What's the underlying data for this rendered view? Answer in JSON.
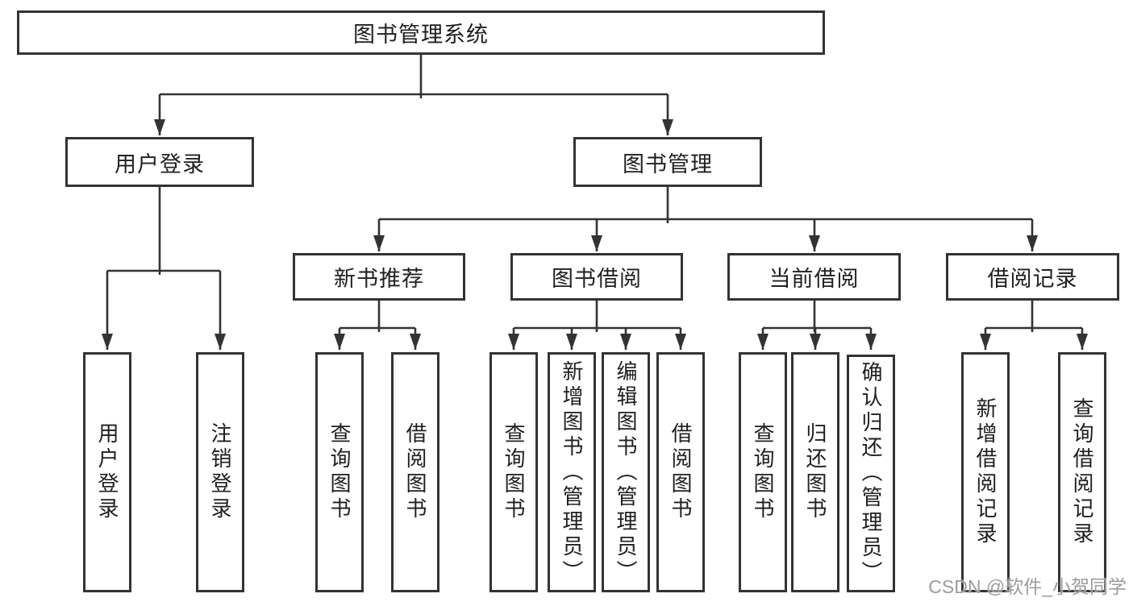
{
  "nodes": {
    "root": "图书管理系统",
    "user_login_group": "用户登录",
    "book_management": "图书管理",
    "new_book_recommend": "新书推荐",
    "book_borrowing": "图书借阅",
    "current_borrowing": "当前借阅",
    "borrowing_records": "借阅记录",
    "user_login": "用户登录",
    "logout": "注销登录",
    "query_books_recommend": "查询图书",
    "borrow_books_recommend": "借阅图书",
    "query_books_borrowing": "查询图书",
    "add_books_admin": "新增图书（管理员）",
    "edit_books_admin": "编辑图书（管理员）",
    "borrow_books_borrowing": "借阅图书",
    "query_books_current": "查询图书",
    "return_books": "归还图书",
    "confirm_return_admin": "确认归还（管理员）",
    "add_borrow_record": "新增借阅记录",
    "query_borrow_record": "查询借阅记录"
  },
  "watermark": {
    "text": "CSDN @软件_小贺同学"
  },
  "colors": {
    "line": "#333333",
    "text": "#1f1f1f",
    "watermark": "#9c9c9c",
    "background": "#ffffff"
  }
}
